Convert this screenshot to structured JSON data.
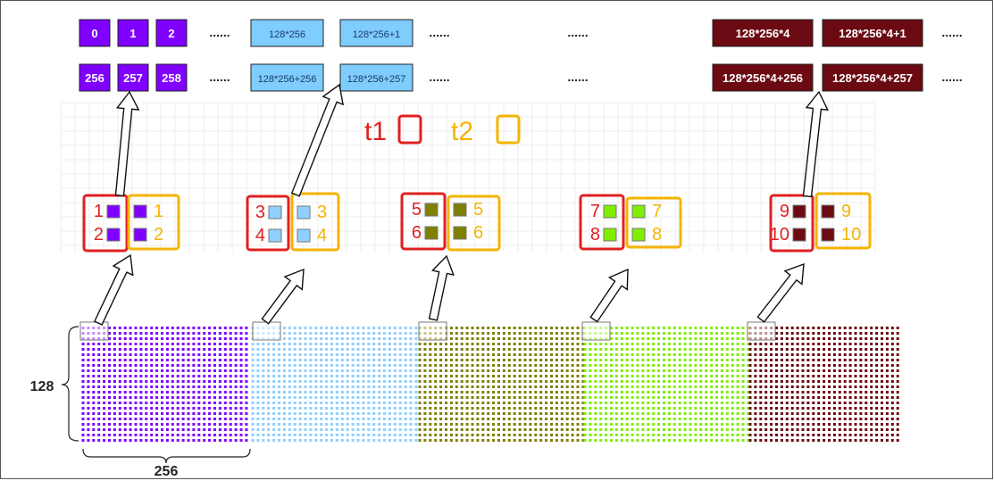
{
  "memory_rows": [
    {
      "cells": [
        {
          "label": "0",
          "color": "#7f00ff",
          "text_color": "#ffffff"
        },
        {
          "label": "1",
          "color": "#7f00ff",
          "text_color": "#ffffff"
        },
        {
          "label": "2",
          "color": "#7f00ff",
          "text_color": "#ffffff"
        },
        {
          "label": "128*256",
          "color": "#7fccff",
          "text_color": "#1a3a66"
        },
        {
          "label": "128*256+1",
          "color": "#7fccff",
          "text_color": "#1a3a66"
        },
        {
          "label": "128*256*4",
          "color": "#6b0a12",
          "text_color": "#ffffff"
        },
        {
          "label": "128*256*4+1",
          "color": "#6b0a12",
          "text_color": "#ffffff"
        }
      ]
    },
    {
      "cells": [
        {
          "label": "256",
          "color": "#7f00ff",
          "text_color": "#ffffff"
        },
        {
          "label": "257",
          "color": "#7f00ff",
          "text_color": "#ffffff"
        },
        {
          "label": "258",
          "color": "#7f00ff",
          "text_color": "#ffffff"
        },
        {
          "label": "128*256+256",
          "color": "#7fccff",
          "text_color": "#1a3a66"
        },
        {
          "label": "128*256+257",
          "color": "#7fccff",
          "text_color": "#1a3a66"
        },
        {
          "label": "128*256*4+256",
          "color": "#6b0a12",
          "text_color": "#ffffff"
        },
        {
          "label": "128*256*4+257",
          "color": "#6b0a12",
          "text_color": "#ffffff"
        }
      ]
    }
  ],
  "ellipsis": "......",
  "legend": [
    {
      "label": "t1",
      "color": "#e02020"
    },
    {
      "label": "t2",
      "color": "#f5b400"
    }
  ],
  "groups": [
    {
      "color": "#7f00ff",
      "t1_labels": [
        "1",
        "2"
      ],
      "t2_labels": [
        "1",
        "2"
      ]
    },
    {
      "color": "#8fd0ff",
      "t1_labels": [
        "3",
        "4"
      ],
      "t2_labels": [
        "3",
        "4"
      ]
    },
    {
      "color": "#808000",
      "t1_labels": [
        "5",
        "6"
      ],
      "t2_labels": [
        "5",
        "6"
      ]
    },
    {
      "color": "#80ee00",
      "t1_labels": [
        "7",
        "8"
      ],
      "t2_labels": [
        "7",
        "8"
      ]
    },
    {
      "color": "#6b0a12",
      "t1_labels": [
        "9",
        "10"
      ],
      "t2_labels": [
        "9",
        "10"
      ]
    }
  ],
  "matrix": {
    "rows_label": "128",
    "cols_label": "256"
  }
}
